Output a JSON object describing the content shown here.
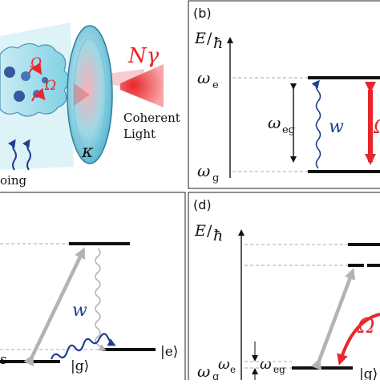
{
  "panel_a": {
    "omega_top": "Ω",
    "omega_bottom": "Ω",
    "emission": "Nγ",
    "output_line1": "Coherent",
    "output_line2": "Light",
    "kappa": "κ",
    "pump_fragment": "oing"
  },
  "panel_b": {
    "label": "(b)",
    "axis_E": "E",
    "axis_hbar": "ħ",
    "level_e": "ω",
    "level_e_sub": "e",
    "level_g": "ω",
    "level_g_sub": "g",
    "gap": "ω",
    "gap_sub": "eg",
    "pump": "w",
    "drive_fragment": "Ω"
  },
  "panel_c": {
    "pump": "w",
    "ket_g": "|g⟩",
    "ket_e": "|e⟩",
    "ket_left_fragment": "s"
  },
  "panel_d": {
    "label": "(d)",
    "axis_E": "E",
    "axis_hbar": "ħ",
    "level_g": "ω",
    "level_g_sub": "g",
    "level_e": "ω",
    "level_e_sub": "e",
    "gap": "ω",
    "gap_sub": "eg",
    "drive": "Ω",
    "ket_fragment": "|g⟩"
  },
  "colors": {
    "red": "#e8262b",
    "blue": "#1f3f8f",
    "gray": "#b3b3b3",
    "dashed": "#aaaaaa"
  }
}
